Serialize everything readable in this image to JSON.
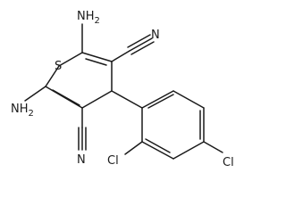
{
  "molecule": {
    "labels": {
      "amino_top_main": "NH",
      "amino_top_sub": "2",
      "amino_left_main": "NH",
      "amino_left_sub": "2",
      "sulfur": "S",
      "nitrile_top_n": "N",
      "nitrile_bottom_n": "N",
      "chloro_left": "Cl",
      "chloro_right": "Cl"
    }
  }
}
